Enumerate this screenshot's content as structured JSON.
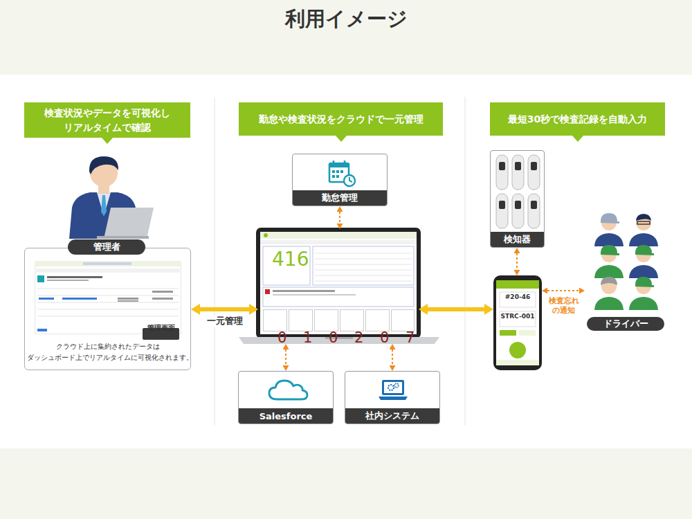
{
  "diagram": {
    "title": "利用イメージ",
    "nodes": [
      {
        "text": [
          "検査状況やデータを可視化し リアルタイムで確認"
        ]
      },
      {
        "text": [
          "勤怠や検査状況をクラウドで一元管理"
        ]
      },
      {
        "text": [
          "最短30秒で検査記録を自動入力"
        ]
      },
      {
        "text": [
          "管理者"
        ]
      },
      {
        "text": [
          "クラウド上に集約されたデータは ダッシュボード上でリアルタイムに可視化されます。"
        ]
      },
      {
        "text": [
          "管理画面"
        ],
        "in": 4
      },
      {
        "text": [
          "勤怠管理"
        ]
      },
      {
        "text": [
          "416"
        ]
      },
      {
        "text": [
          "0"
        ],
        "in": 7
      },
      {
        "text": [
          "1"
        ],
        "in": 7
      },
      {
        "text": [
          "0"
        ],
        "in": 7
      },
      {
        "text": [
          "2"
        ],
        "in": 7
      },
      {
        "text": [
          "0"
        ],
        "in": 7
      },
      {
        "text": [
          "7"
        ],
        "in": 7
      },
      {
        "text": [
          "Salesforce"
        ]
      },
      {
        "text": [
          "社内システム"
        ]
      },
      {
        "text": [
          "検知器"
        ]
      },
      {
        "text": [
          "#20-46",
          "STRC-001"
        ]
      },
      {
        "text": [
          "ドライバー"
        ]
      }
    ],
    "edges": [
      {
        "from": 4,
        "to": 7,
        "arrow": "both",
        "label": "一元管理"
      },
      {
        "from": 6,
        "to": 7,
        "arrow": "both"
      },
      {
        "from": 7,
        "to": 14,
        "arrow": "both"
      },
      {
        "from": 7,
        "to": 15,
        "arrow": "both"
      },
      {
        "from": 7,
        "to": 17,
        "arrow": "both"
      },
      {
        "from": 16,
        "to": 17,
        "arrow": "both"
      },
      {
        "from": 17,
        "to": 18,
        "arrow": "both",
        "label": "検査忘れ の通知"
      }
    ]
  }
}
